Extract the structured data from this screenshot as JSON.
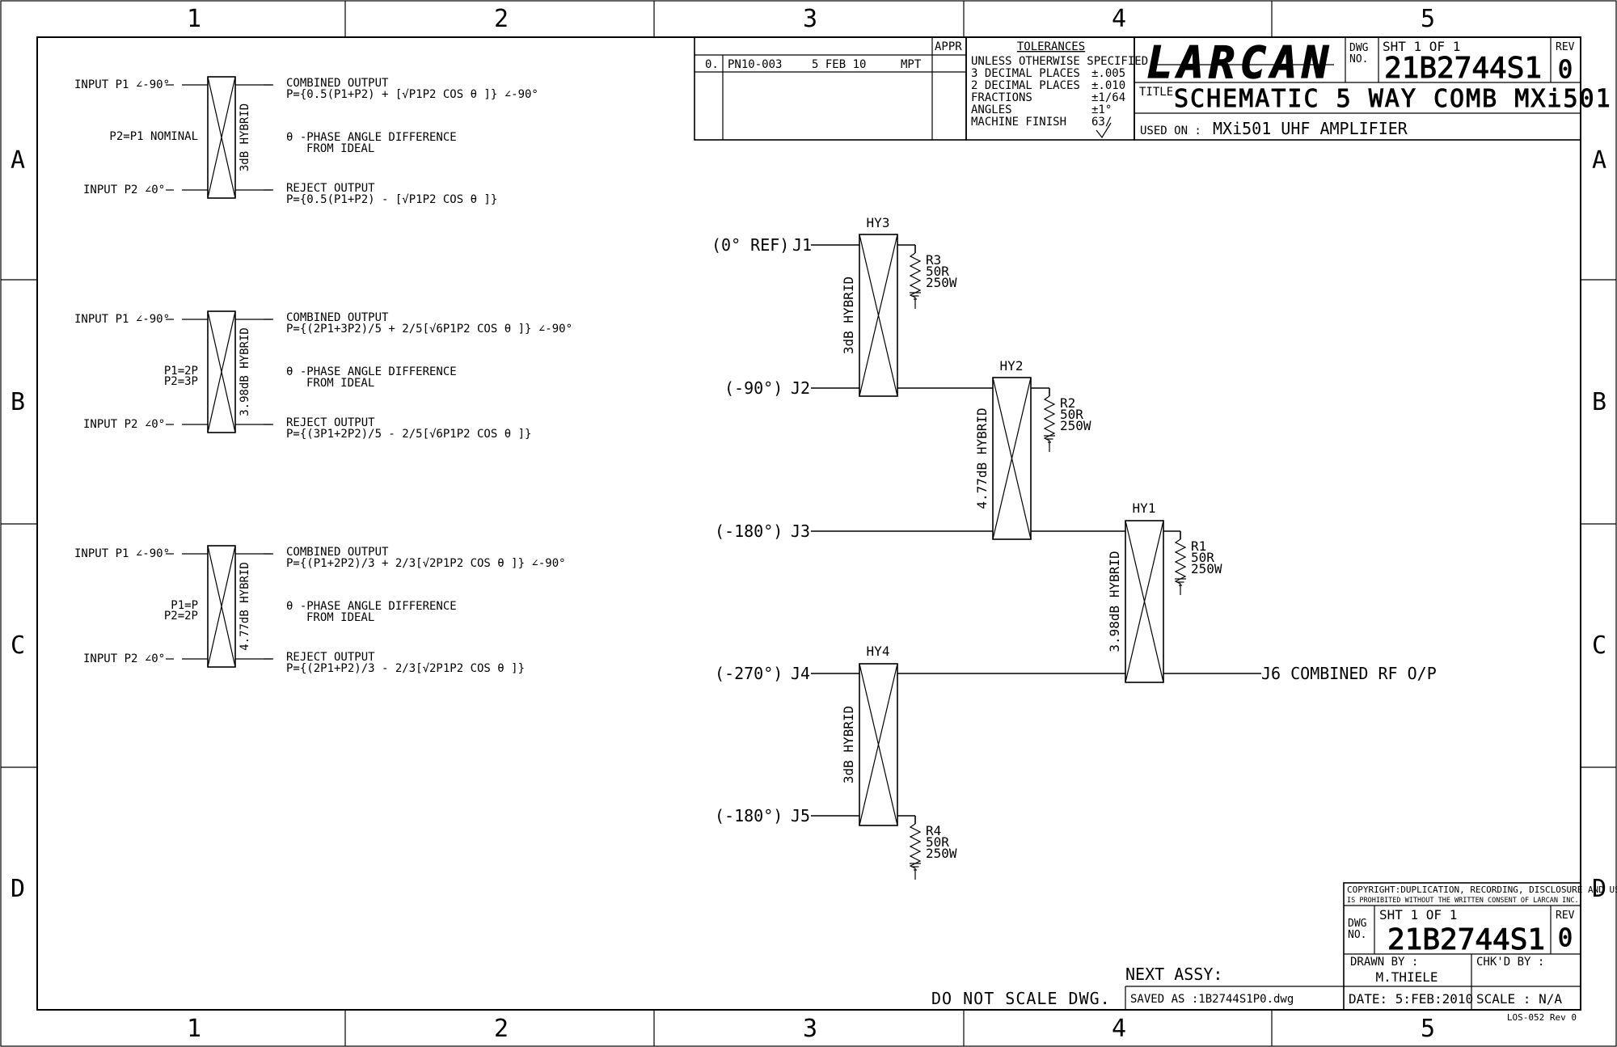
{
  "frame": {
    "col_labels": [
      "1",
      "2",
      "3",
      "4",
      "5"
    ],
    "row_labels": [
      "A",
      "B",
      "C",
      "D"
    ]
  },
  "revision_block": {
    "header_appr": "APPR",
    "rev": "0.",
    "ecn": "PN10-003",
    "date": "5 FEB 10",
    "by": "MPT"
  },
  "tolerances": {
    "title": "TOLERANCES",
    "lines": [
      {
        "label": "UNLESS OTHERWISE SPECIFIED",
        "value": ""
      },
      {
        "label": "3 DECIMAL PLACES",
        "value": "±.005"
      },
      {
        "label": "2 DECIMAL PLACES",
        "value": "±.010"
      },
      {
        "label": "FRACTIONS",
        "value": "±1/64"
      },
      {
        "label": "ANGLES",
        "value": "±1°"
      },
      {
        "label": "MACHINE FINISH",
        "value": "63/"
      }
    ]
  },
  "title_block": {
    "logo": "LARCAN",
    "dwg_no_label": "DWG NO.",
    "sheet": "SHT 1 OF 1",
    "dwg_no": "21B2744S1",
    "rev_label": "REV",
    "rev": "0",
    "title_label": "TITLE",
    "title": "SCHEMATIC 5 WAY COMB MXi501",
    "used_on_label": "USED ON :",
    "used_on": "MXi501 UHF AMPLIFIER"
  },
  "legend_hybrids": [
    {
      "input1": "INPUT P1 ∠-90°",
      "input2": "INPUT P2 ∠0°",
      "note_lines": [
        "P2=P1 NOMINAL"
      ],
      "label": "3dB HYBRID",
      "combined_title": "COMBINED OUTPUT",
      "combined_formula": "P={0.5(P1+P2) + [√P1P2 COS θ ]} ∠-90°",
      "phase_line1": "θ -PHASE ANGLE DIFFERENCE",
      "phase_line2": "FROM IDEAL",
      "reject_title": "REJECT OUTPUT",
      "reject_formula": "P={0.5(P1+P2) - [√P1P2 COS θ ]}"
    },
    {
      "input1": "INPUT P1 ∠-90°",
      "input2": "INPUT P2 ∠0°",
      "note_lines": [
        "P1=2P",
        "P2=3P"
      ],
      "label": "3.98dB HYBRID",
      "combined_title": "COMBINED OUTPUT",
      "combined_formula": "P={(2P1+3P2)/5 + 2/5[√6P1P2 COS θ ]} ∠-90°",
      "phase_line1": "θ -PHASE ANGLE DIFFERENCE",
      "phase_line2": "FROM IDEAL",
      "reject_title": "REJECT OUTPUT",
      "reject_formula": "P={(3P1+2P2)/5 - 2/5[√6P1P2 COS θ ]}"
    },
    {
      "input1": "INPUT P1 ∠-90°",
      "input2": "INPUT P2 ∠0°",
      "note_lines": [
        "P1=P",
        "P2=2P"
      ],
      "label": "4.77dB HYBRID",
      "combined_title": "COMBINED OUTPUT",
      "combined_formula": "P={(P1+2P2)/3 + 2/3[√2P1P2 COS θ ]} ∠-90°",
      "phase_line1": "θ -PHASE ANGLE DIFFERENCE",
      "phase_line2": "FROM IDEAL",
      "reject_title": "REJECT OUTPUT",
      "reject_formula": "P={(2P1+P2)/3 - 2/3[√2P1P2 COS θ ]}"
    }
  ],
  "schematic": {
    "inputs": [
      {
        "phase": "(0° REF)",
        "jack": "J1"
      },
      {
        "phase": "(-90°)",
        "jack": "J2"
      },
      {
        "phase": "(-180°)",
        "jack": "J3"
      },
      {
        "phase": "(-270°)",
        "jack": "J4"
      },
      {
        "phase": "(-180°)",
        "jack": "J5"
      }
    ],
    "hybrids": [
      {
        "id": "HY3",
        "label": "3dB HYBRID"
      },
      {
        "id": "HY2",
        "label": "4.77dB HYBRID"
      },
      {
        "id": "HY1",
        "label": "3.98dB HYBRID"
      },
      {
        "id": "HY4",
        "label": "3dB HYBRID"
      }
    ],
    "loads": [
      {
        "id": "R3",
        "ohms": "50R",
        "watts": "250W"
      },
      {
        "id": "R2",
        "ohms": "50R",
        "watts": "250W"
      },
      {
        "id": "R1",
        "ohms": "50R",
        "watts": "250W"
      },
      {
        "id": "R4",
        "ohms": "50R",
        "watts": "250W"
      }
    ],
    "output": "J6 COMBINED RF O/P"
  },
  "bottom_block": {
    "copyright": "COPYRIGHT:DUPLICATION, RECORDING, DISCLOSURE AND USE",
    "copyright2": "IS PROHIBITED WITHOUT THE WRITTEN CONSENT OF LARCAN INC.",
    "dwg_no_label": "DWG NO.",
    "sheet": "SHT 1 OF 1",
    "dwg_no": "21B2744S1",
    "rev_label": "REV",
    "rev": "0",
    "drawn_by_label": "DRAWN BY :",
    "drawn_by": "M.THIELE",
    "chkd_by_label": "CHK'D BY :",
    "date": "DATE: 5:FEB:2010",
    "scale": "SCALE : N/A",
    "next_assy": "NEXT ASSY:",
    "do_not_scale": "DO NOT SCALE DWG.",
    "saved_as": "SAVED AS :1B2744S1P0.dwg",
    "form_no": "LOS-052 Rev 0"
  }
}
